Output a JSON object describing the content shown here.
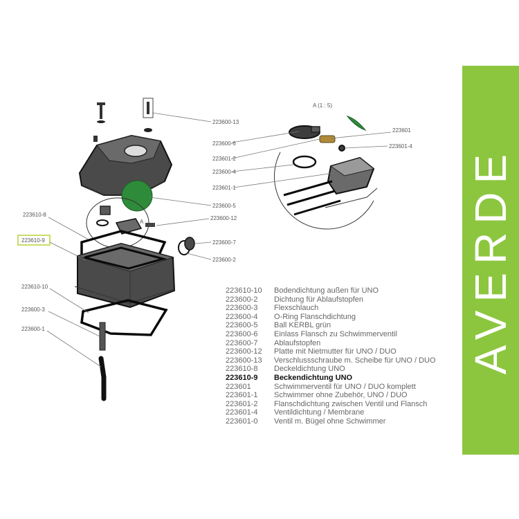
{
  "brand": {
    "name": "AVERDE",
    "color": "#8cc63f"
  },
  "detail_label": "A (1 : 5)",
  "detail_marker": "A",
  "callouts": {
    "c_223600_13": "223600-13",
    "c_223600_6": "223600-6",
    "c_223601_2": "223601-2",
    "c_223600_4": "223600-4",
    "c_223601_1": "223601-1",
    "c_223601": "223601",
    "c_223601_4": "223601-4",
    "c_223600_5": "223600-5",
    "c_223610_8": "223610-8",
    "c_223600_12": "223600-12",
    "c_223610_9": "223610-9",
    "c_223600_7": "223600-7",
    "c_223600_2": "223600-2",
    "c_223610_10": "223610-10",
    "c_223600_3": "223600-3",
    "c_223600_1": "223600-1"
  },
  "legend": [
    {
      "code": "223610-10",
      "desc": "Bodendichtung außen für UNO"
    },
    {
      "code": "223600-2",
      "desc": "Dichtung für Ablaufstopfen"
    },
    {
      "code": "223600-3",
      "desc": "Flexschlauch"
    },
    {
      "code": "223600-4",
      "desc": "O-Ring Flanschdichtung"
    },
    {
      "code": "223600-5",
      "desc": "Ball KERBL grün"
    },
    {
      "code": "223600-6",
      "desc": "Einlass Flansch zu Schwimmerventil"
    },
    {
      "code": "223600-7",
      "desc": "Ablaufstopfen"
    },
    {
      "code": "223600-12",
      "desc": "Platte mit Nietmutter für UNO / DUO"
    },
    {
      "code": "223600-13",
      "desc": "Verschlussschraube m. Scheibe für UNO / DUO"
    },
    {
      "code": "223610-8",
      "desc": "Deckeldichtung UNO"
    },
    {
      "code": "223610-9",
      "desc": "Beckendichtung UNO"
    },
    {
      "code": "223601",
      "desc": "Schwimmerventil für UNO / DUO komplett"
    },
    {
      "code": "223601-1",
      "desc": "Schwimmer ohne Zubehör, UNO / DUO"
    },
    {
      "code": "223601-2",
      "desc": "Flanschdichtung zwischen Ventil und Flansch"
    },
    {
      "code": "223601-4",
      "desc": "Ventildichtung / Membrane"
    },
    {
      "code": "223601-0",
      "desc": "Ventil m. Bügel ohne Schwimmer"
    }
  ],
  "highlighted_code": "223610-9",
  "colors": {
    "ball_green": "#2e8b3a",
    "highlight": "#b5d334"
  }
}
